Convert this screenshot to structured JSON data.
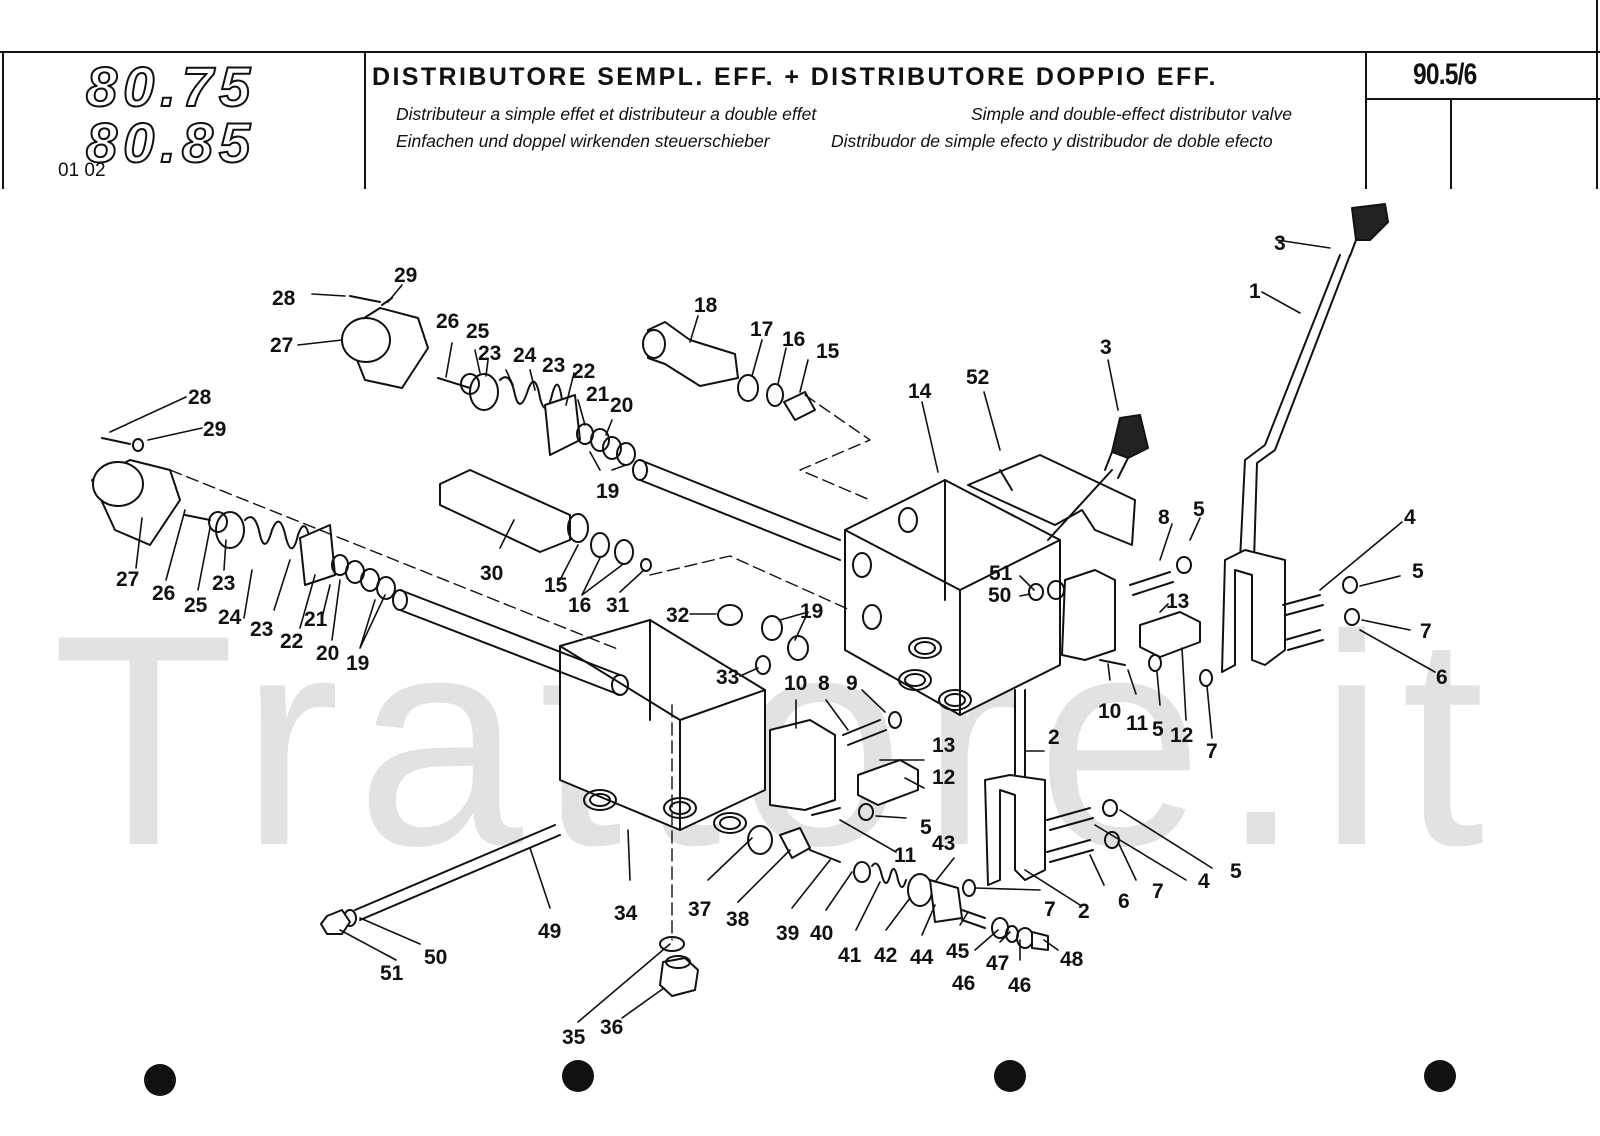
{
  "header": {
    "model_line_1": "80.75",
    "model_line_2": "80.85",
    "model_code": "01 02",
    "title": "DISTRIBUTORE SEMPL. EFF. + DISTRIBUTORE DOPPIO EFF.",
    "subtitle_fr": "Distributeur a simple effet et distributeur a double effet",
    "subtitle_en": "Simple and double-effect distributor valve",
    "subtitle_de": "Einfachen und doppel wirkenden steuerschieber",
    "subtitle_es": "Distribudor de simple efecto y distribudor de doble efecto",
    "page_number": "90.5/6"
  },
  "watermark": "Trattore.it",
  "callouts": [
    {
      "id": "c-29a",
      "text": "29"
    },
    {
      "id": "c-28a",
      "text": "28"
    },
    {
      "id": "c-27a",
      "text": "27"
    },
    {
      "id": "c-26a",
      "text": "26"
    },
    {
      "id": "c-25a",
      "text": "25"
    },
    {
      "id": "c-23a",
      "text": "23"
    },
    {
      "id": "c-24a",
      "text": "24"
    },
    {
      "id": "c-23b",
      "text": "23"
    },
    {
      "id": "c-22a",
      "text": "22"
    },
    {
      "id": "c-21a",
      "text": "21"
    },
    {
      "id": "c-20a",
      "text": "20"
    },
    {
      "id": "c-19a",
      "text": "19"
    },
    {
      "id": "c-18",
      "text": "18"
    },
    {
      "id": "c-17",
      "text": "17"
    },
    {
      "id": "c-16a",
      "text": "16"
    },
    {
      "id": "c-15a",
      "text": "15"
    },
    {
      "id": "c-28b",
      "text": "28"
    },
    {
      "id": "c-29b",
      "text": "29"
    },
    {
      "id": "c-27b",
      "text": "27"
    },
    {
      "id": "c-26b",
      "text": "26"
    },
    {
      "id": "c-25b",
      "text": "25"
    },
    {
      "id": "c-23c",
      "text": "23"
    },
    {
      "id": "c-24b",
      "text": "24"
    },
    {
      "id": "c-23d",
      "text": "23"
    },
    {
      "id": "c-22b",
      "text": "22"
    },
    {
      "id": "c-21b",
      "text": "21"
    },
    {
      "id": "c-20b",
      "text": "20"
    },
    {
      "id": "c-19b",
      "text": "19"
    },
    {
      "id": "c-30",
      "text": "30"
    },
    {
      "id": "c-15b",
      "text": "15"
    },
    {
      "id": "c-16b",
      "text": "16"
    },
    {
      "id": "c-31",
      "text": "31"
    },
    {
      "id": "c-32",
      "text": "32"
    },
    {
      "id": "c-19c",
      "text": "19"
    },
    {
      "id": "c-33",
      "text": "33"
    },
    {
      "id": "c-14",
      "text": "14"
    },
    {
      "id": "c-52",
      "text": "52"
    },
    {
      "id": "c-3a",
      "text": "3"
    },
    {
      "id": "c-3b",
      "text": "3"
    },
    {
      "id": "c-1",
      "text": "1"
    },
    {
      "id": "c-8a",
      "text": "8"
    },
    {
      "id": "c-5a",
      "text": "5"
    },
    {
      "id": "c-51a",
      "text": "51"
    },
    {
      "id": "c-50a",
      "text": "50"
    },
    {
      "id": "c-13a",
      "text": "13"
    },
    {
      "id": "c-4a",
      "text": "4"
    },
    {
      "id": "c-5b",
      "text": "5"
    },
    {
      "id": "c-7a",
      "text": "7"
    },
    {
      "id": "c-6a",
      "text": "6"
    },
    {
      "id": "c-10a",
      "text": "10"
    },
    {
      "id": "c-11a",
      "text": "11"
    },
    {
      "id": "c-5c",
      "text": "5"
    },
    {
      "id": "c-12a",
      "text": "12"
    },
    {
      "id": "c-7b",
      "text": "7"
    },
    {
      "id": "c-10b",
      "text": "10"
    },
    {
      "id": "c-8b",
      "text": "8"
    },
    {
      "id": "c-9",
      "text": "9"
    },
    {
      "id": "c-13b",
      "text": "13"
    },
    {
      "id": "c-12b",
      "text": "12"
    },
    {
      "id": "c-5d",
      "text": "5"
    },
    {
      "id": "c-11b",
      "text": "11"
    },
    {
      "id": "c-2a",
      "text": "2"
    },
    {
      "id": "c-43",
      "text": "43"
    },
    {
      "id": "c-5e",
      "text": "5"
    },
    {
      "id": "c-4b",
      "text": "4"
    },
    {
      "id": "c-7c",
      "text": "7"
    },
    {
      "id": "c-6b",
      "text": "6"
    },
    {
      "id": "c-2b",
      "text": "2"
    },
    {
      "id": "c-7d",
      "text": "7"
    },
    {
      "id": "c-34",
      "text": "34"
    },
    {
      "id": "c-37",
      "text": "37"
    },
    {
      "id": "c-38",
      "text": "38"
    },
    {
      "id": "c-39",
      "text": "39"
    },
    {
      "id": "c-40",
      "text": "40"
    },
    {
      "id": "c-41",
      "text": "41"
    },
    {
      "id": "c-42",
      "text": "42"
    },
    {
      "id": "c-44",
      "text": "44"
    },
    {
      "id": "c-45",
      "text": "45"
    },
    {
      "id": "c-46a",
      "text": "46"
    },
    {
      "id": "c-47",
      "text": "47"
    },
    {
      "id": "c-46b",
      "text": "46"
    },
    {
      "id": "c-48",
      "text": "48"
    },
    {
      "id": "c-49",
      "text": "49"
    },
    {
      "id": "c-50b",
      "text": "50"
    },
    {
      "id": "c-51b",
      "text": "51"
    },
    {
      "id": "c-35",
      "text": "35"
    },
    {
      "id": "c-36",
      "text": "36"
    }
  ]
}
